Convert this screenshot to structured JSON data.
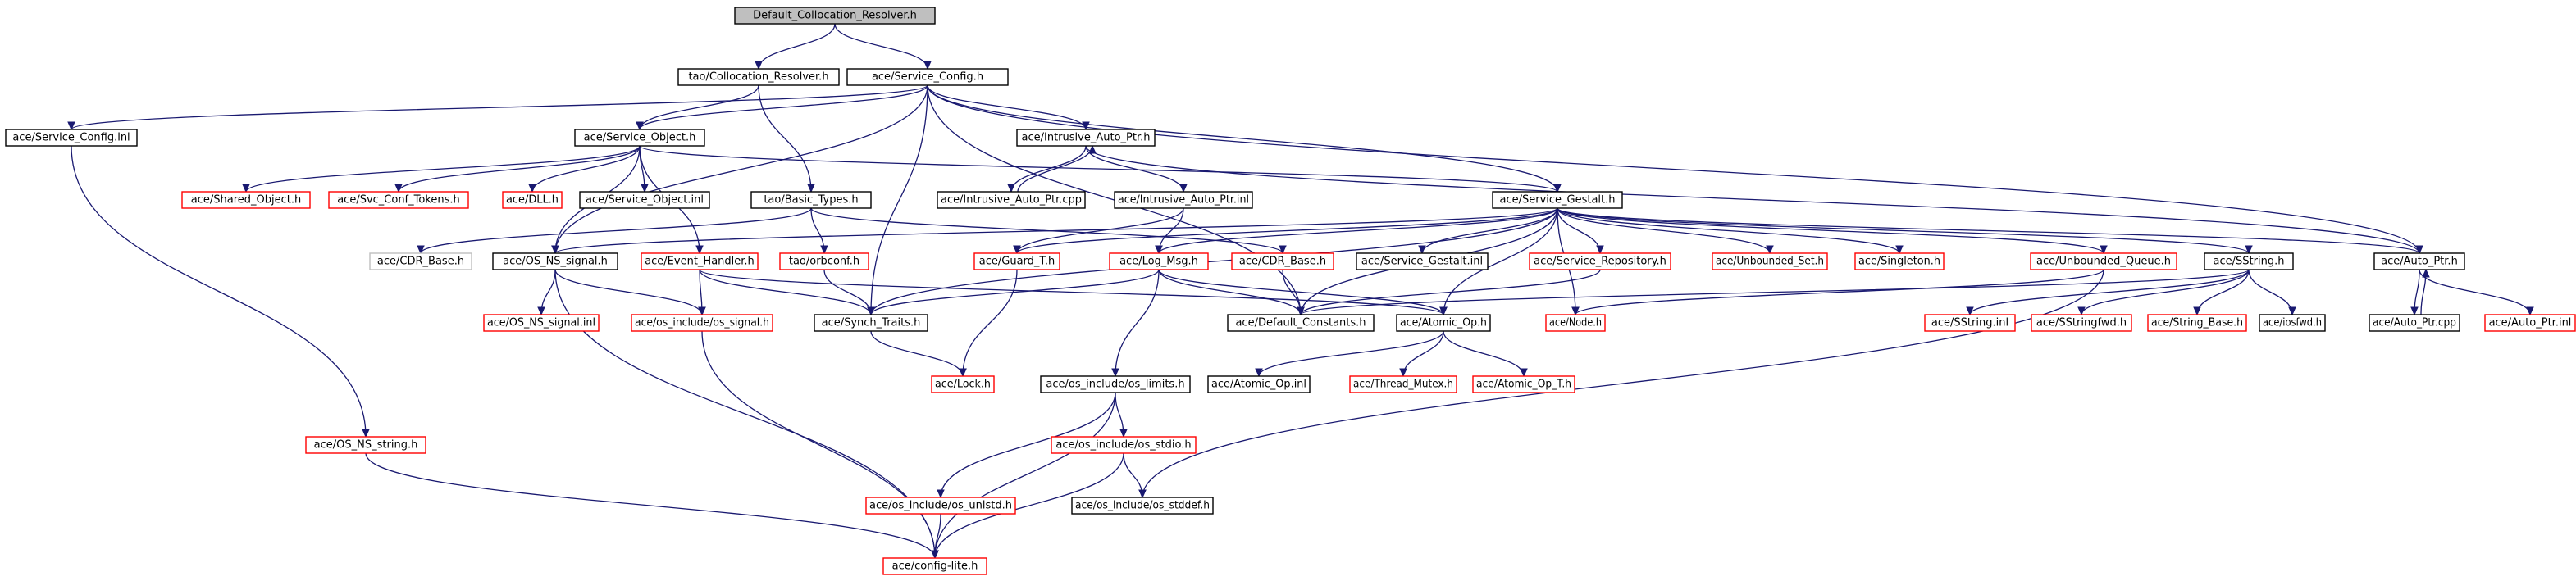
{
  "graph": {
    "root": "Default_Collocation_Resolver.h",
    "colors": {
      "edge": "#191970",
      "documented": "#000000",
      "undocumented": "#ff0000",
      "external": "#bfbfbf",
      "root_fill": "#bfbfbf"
    },
    "nodes": [
      {
        "id": "n0",
        "label": "Default_Collocation_Resolver.h",
        "kind": "root"
      },
      {
        "id": "n1",
        "label": "tao/Collocation_Resolver.h",
        "kind": "documented"
      },
      {
        "id": "n2",
        "label": "ace/Service_Config.h",
        "kind": "documented"
      },
      {
        "id": "n3",
        "label": "ace/Service_Config.inl",
        "kind": "documented"
      },
      {
        "id": "n4",
        "label": "ace/Service_Object.h",
        "kind": "documented"
      },
      {
        "id": "n5",
        "label": "ace/Intrusive_Auto_Ptr.h",
        "kind": "documented"
      },
      {
        "id": "n6",
        "label": "ace/Shared_Object.h",
        "kind": "undocumented"
      },
      {
        "id": "n7",
        "label": "ace/Svc_Conf_Tokens.h",
        "kind": "undocumented"
      },
      {
        "id": "n8",
        "label": "ace/DLL.h",
        "kind": "undocumented"
      },
      {
        "id": "n9",
        "label": "ace/Service_Object.inl",
        "kind": "documented"
      },
      {
        "id": "n10",
        "label": "tao/Basic_Types.h",
        "kind": "documented"
      },
      {
        "id": "n11",
        "label": "ace/Intrusive_Auto_Ptr.cpp",
        "kind": "documented"
      },
      {
        "id": "n12",
        "label": "ace/Intrusive_Auto_Ptr.inl",
        "kind": "documented"
      },
      {
        "id": "n13",
        "label": "ace/Service_Gestalt.h",
        "kind": "documented"
      },
      {
        "id": "n14",
        "label": "ace/CDR_Base.h",
        "kind": "external"
      },
      {
        "id": "n15",
        "label": "ace/OS_NS_signal.h",
        "kind": "documented"
      },
      {
        "id": "n16",
        "label": "ace/Event_Handler.h",
        "kind": "undocumented"
      },
      {
        "id": "n17",
        "label": "tao/orbconf.h",
        "kind": "undocumented"
      },
      {
        "id": "n18",
        "label": "ace/Guard_T.h",
        "kind": "undocumented"
      },
      {
        "id": "n19",
        "label": "ace/Log_Msg.h",
        "kind": "undocumented"
      },
      {
        "id": "n20",
        "label": "ace/CDR_Base.h",
        "kind": "undocumented"
      },
      {
        "id": "n21",
        "label": "ace/Service_Gestalt.inl",
        "kind": "documented"
      },
      {
        "id": "n22",
        "label": "ace/Service_Repository.h",
        "kind": "undocumented"
      },
      {
        "id": "n23",
        "label": "ace/Unbounded_Set.h",
        "kind": "undocumented"
      },
      {
        "id": "n24",
        "label": "ace/Singleton.h",
        "kind": "undocumented"
      },
      {
        "id": "n25",
        "label": "ace/Unbounded_Queue.h",
        "kind": "undocumented"
      },
      {
        "id": "n26",
        "label": "ace/SString.h",
        "kind": "documented"
      },
      {
        "id": "n27",
        "label": "ace/Auto_Ptr.h",
        "kind": "documented"
      },
      {
        "id": "n28",
        "label": "ace/OS_NS_signal.inl",
        "kind": "undocumented"
      },
      {
        "id": "n29",
        "label": "ace/os_include/os_signal.h",
        "kind": "undocumented"
      },
      {
        "id": "n30",
        "label": "ace/Synch_Traits.h",
        "kind": "documented"
      },
      {
        "id": "n31",
        "label": "ace/Default_Constants.h",
        "kind": "documented"
      },
      {
        "id": "n32",
        "label": "ace/Atomic_Op.h",
        "kind": "documented"
      },
      {
        "id": "n33",
        "label": "ace/Node.h",
        "kind": "undocumented"
      },
      {
        "id": "n34",
        "label": "ace/SString.inl",
        "kind": "undocumented"
      },
      {
        "id": "n35",
        "label": "ace/SStringfwd.h",
        "kind": "undocumented"
      },
      {
        "id": "n36",
        "label": "ace/String_Base.h",
        "kind": "undocumented"
      },
      {
        "id": "n37",
        "label": "ace/iosfwd.h",
        "kind": "documented"
      },
      {
        "id": "n38",
        "label": "ace/Auto_Ptr.cpp",
        "kind": "documented"
      },
      {
        "id": "n39",
        "label": "ace/Auto_Ptr.inl",
        "kind": "undocumented"
      },
      {
        "id": "n40",
        "label": "ace/Lock.h",
        "kind": "undocumented"
      },
      {
        "id": "n41",
        "label": "ace/os_include/os_limits.h",
        "kind": "documented"
      },
      {
        "id": "n42",
        "label": "ace/Atomic_Op.inl",
        "kind": "documented"
      },
      {
        "id": "n43",
        "label": "ace/Thread_Mutex.h",
        "kind": "undocumented"
      },
      {
        "id": "n44",
        "label": "ace/Atomic_Op_T.h",
        "kind": "undocumented"
      },
      {
        "id": "n45",
        "label": "ace/OS_NS_string.h",
        "kind": "undocumented"
      },
      {
        "id": "n46",
        "label": "ace/os_include/os_stdio.h",
        "kind": "undocumented"
      },
      {
        "id": "n47",
        "label": "ace/os_include/os_unistd.h",
        "kind": "undocumented"
      },
      {
        "id": "n48",
        "label": "ace/os_include/os_stddef.h",
        "kind": "documented"
      },
      {
        "id": "n49",
        "label": "ace/config-lite.h",
        "kind": "undocumented"
      }
    ],
    "edges": [
      [
        "n0",
        "n1"
      ],
      [
        "n0",
        "n2"
      ],
      [
        "n1",
        "n4"
      ],
      [
        "n1",
        "n10"
      ],
      [
        "n2",
        "n3"
      ],
      [
        "n2",
        "n4"
      ],
      [
        "n2",
        "n5"
      ],
      [
        "n2",
        "n13"
      ],
      [
        "n2",
        "n15"
      ],
      [
        "n2",
        "n30"
      ],
      [
        "n2",
        "n31"
      ],
      [
        "n2",
        "n27"
      ],
      [
        "n3",
        "n45"
      ],
      [
        "n4",
        "n6"
      ],
      [
        "n4",
        "n7"
      ],
      [
        "n4",
        "n8"
      ],
      [
        "n4",
        "n9"
      ],
      [
        "n4",
        "n15"
      ],
      [
        "n4",
        "n16"
      ],
      [
        "n4",
        "n13"
      ],
      [
        "n5",
        "n11"
      ],
      [
        "n5",
        "n12"
      ],
      [
        "n5",
        "n27"
      ],
      [
        "n11",
        "n5"
      ],
      [
        "n12",
        "n18"
      ],
      [
        "n12",
        "n19"
      ],
      [
        "n10",
        "n14"
      ],
      [
        "n10",
        "n17"
      ],
      [
        "n10",
        "n20"
      ],
      [
        "n13",
        "n15"
      ],
      [
        "n13",
        "n18"
      ],
      [
        "n13",
        "n19"
      ],
      [
        "n13",
        "n30"
      ],
      [
        "n13",
        "n21"
      ],
      [
        "n13",
        "n22"
      ],
      [
        "n13",
        "n23"
      ],
      [
        "n13",
        "n24"
      ],
      [
        "n13",
        "n25"
      ],
      [
        "n13",
        "n26"
      ],
      [
        "n13",
        "n27"
      ],
      [
        "n13",
        "n31"
      ],
      [
        "n13",
        "n32"
      ],
      [
        "n13",
        "n33"
      ],
      [
        "n15",
        "n28"
      ],
      [
        "n15",
        "n29"
      ],
      [
        "n15",
        "n49"
      ],
      [
        "n16",
        "n29"
      ],
      [
        "n16",
        "n30"
      ],
      [
        "n16",
        "n32"
      ],
      [
        "n17",
        "n30"
      ],
      [
        "n18",
        "n40"
      ],
      [
        "n19",
        "n30"
      ],
      [
        "n19",
        "n31"
      ],
      [
        "n19",
        "n32"
      ],
      [
        "n19",
        "n41"
      ],
      [
        "n20",
        "n31"
      ],
      [
        "n22",
        "n31"
      ],
      [
        "n25",
        "n33"
      ],
      [
        "n25",
        "n48"
      ],
      [
        "n26",
        "n34"
      ],
      [
        "n26",
        "n35"
      ],
      [
        "n26",
        "n36"
      ],
      [
        "n26",
        "n37"
      ],
      [
        "n26",
        "n31"
      ],
      [
        "n27",
        "n38"
      ],
      [
        "n27",
        "n39"
      ],
      [
        "n38",
        "n27"
      ],
      [
        "n29",
        "n49"
      ],
      [
        "n30",
        "n40"
      ],
      [
        "n32",
        "n42"
      ],
      [
        "n32",
        "n43"
      ],
      [
        "n32",
        "n44"
      ],
      [
        "n41",
        "n46"
      ],
      [
        "n41",
        "n47"
      ],
      [
        "n41",
        "n49"
      ],
      [
        "n45",
        "n49"
      ],
      [
        "n46",
        "n48"
      ],
      [
        "n46",
        "n49"
      ],
      [
        "n47",
        "n49"
      ]
    ]
  }
}
